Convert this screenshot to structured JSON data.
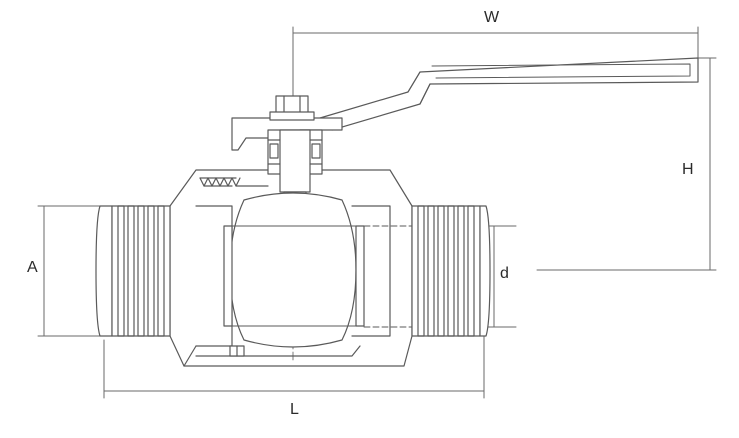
{
  "dimensions": {
    "width_label": "W",
    "height_label": "H",
    "outer_diameter_label": "A",
    "bore_label": "d",
    "length_label": "L"
  },
  "colors": {
    "line": "#5a5a5a",
    "fill": "#ffffff",
    "dimension_line": "#6a6a6a"
  }
}
